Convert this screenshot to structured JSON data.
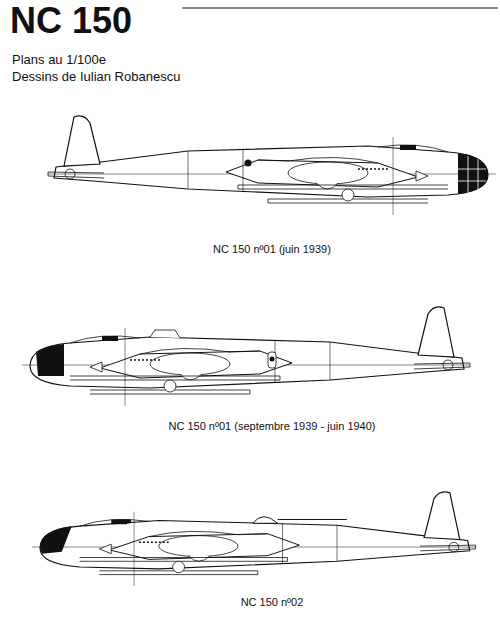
{
  "diagram": {
    "title": "NC 150",
    "labels": [
      "Plans au 1/100e",
      "Dessins de Iulian Robanescu",
      "NC 150 nº01 (juin 1939)",
      "NC 150 nº01 (septembre 1939 - juin 1940)",
      "NC 150 nº02"
    ]
  }
}
